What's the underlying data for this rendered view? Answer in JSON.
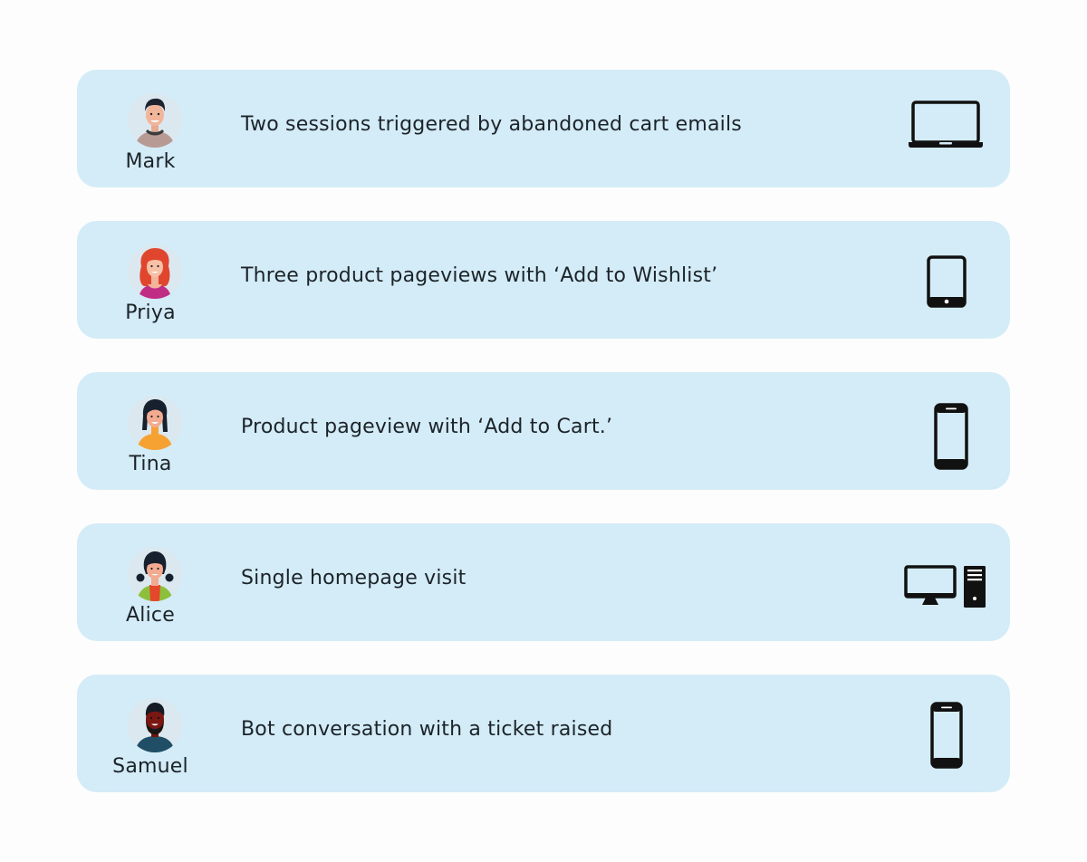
{
  "colors": {
    "page_background": "#fdfdfd",
    "card_background": "#d3ecf7",
    "text": "#1c2329",
    "device_icon": "#111111"
  },
  "journeys": [
    {
      "name": "Mark",
      "avatar": "man-avatar-icon",
      "activity": "Two sessions triggered by abandoned cart emails",
      "device": "laptop-icon"
    },
    {
      "name": "Priya",
      "avatar": "woman-red-hair-avatar-icon",
      "activity": "Three product pageviews with ‘Add to Wishlist’",
      "device": "tablet-icon"
    },
    {
      "name": "Tina",
      "avatar": "woman-avatar-icon",
      "activity": "Product pageview with ‘Add to Cart.’",
      "device": "smartphone-icon"
    },
    {
      "name": "Alice",
      "avatar": "girl-pigtails-avatar-icon",
      "activity": "Single homepage visit",
      "device": "desktop-computer-icon"
    },
    {
      "name": "Samuel",
      "avatar": "man-beard-avatar-icon",
      "activity": "Bot conversation with a ticket raised",
      "device": "smartphone-icon"
    }
  ]
}
